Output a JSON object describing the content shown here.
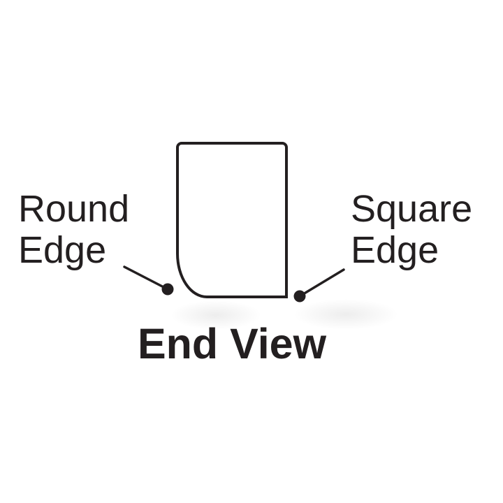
{
  "diagram": {
    "type": "annotated-end-view-profile",
    "ink_color": "#231f20",
    "background_color": "#ffffff",
    "shape": {
      "name": "board-profile-end-view",
      "bottom_left_corner": "round",
      "bottom_right_corner": "square"
    }
  },
  "labels": {
    "round_edge": "Round\nEdge",
    "square_edge": "Square\nEdge",
    "caption": "End View"
  }
}
